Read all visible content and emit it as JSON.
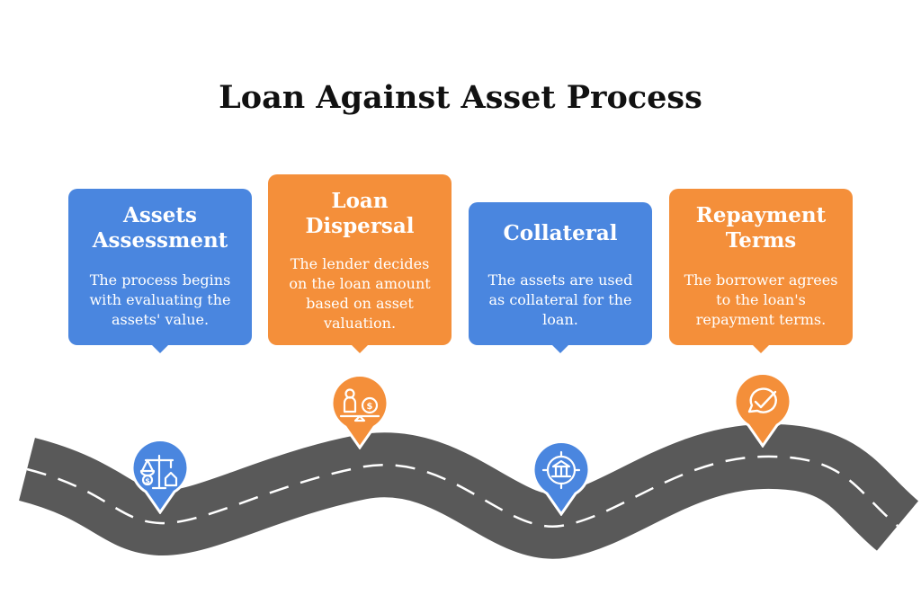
{
  "title": "Loan Against Asset Process",
  "colors": {
    "blue": "#4a86df",
    "orange": "#f48f3a",
    "road": "#595959",
    "dash": "#ffffff"
  },
  "steps": [
    {
      "title": "Assets\nAssessment",
      "description": "The process begins\nwith evaluating the\nassets' value.",
      "color": "blue",
      "icon": "balance-scale-house-icon"
    },
    {
      "title": "Loan\nDispersal",
      "description": "The lender decides\non the loan amount\nbased on asset\nvaluation.",
      "color": "orange",
      "icon": "person-scale-money-icon"
    },
    {
      "title": "Collateral",
      "description": "The assets are used\nas collateral for the\nloan.",
      "color": "blue",
      "icon": "bank-target-icon"
    },
    {
      "title": "Repayment\nTerms",
      "description": "The borrower agrees\nto the loan's\nrepayment terms.",
      "color": "orange",
      "icon": "check-speech-bubble-icon"
    }
  ]
}
